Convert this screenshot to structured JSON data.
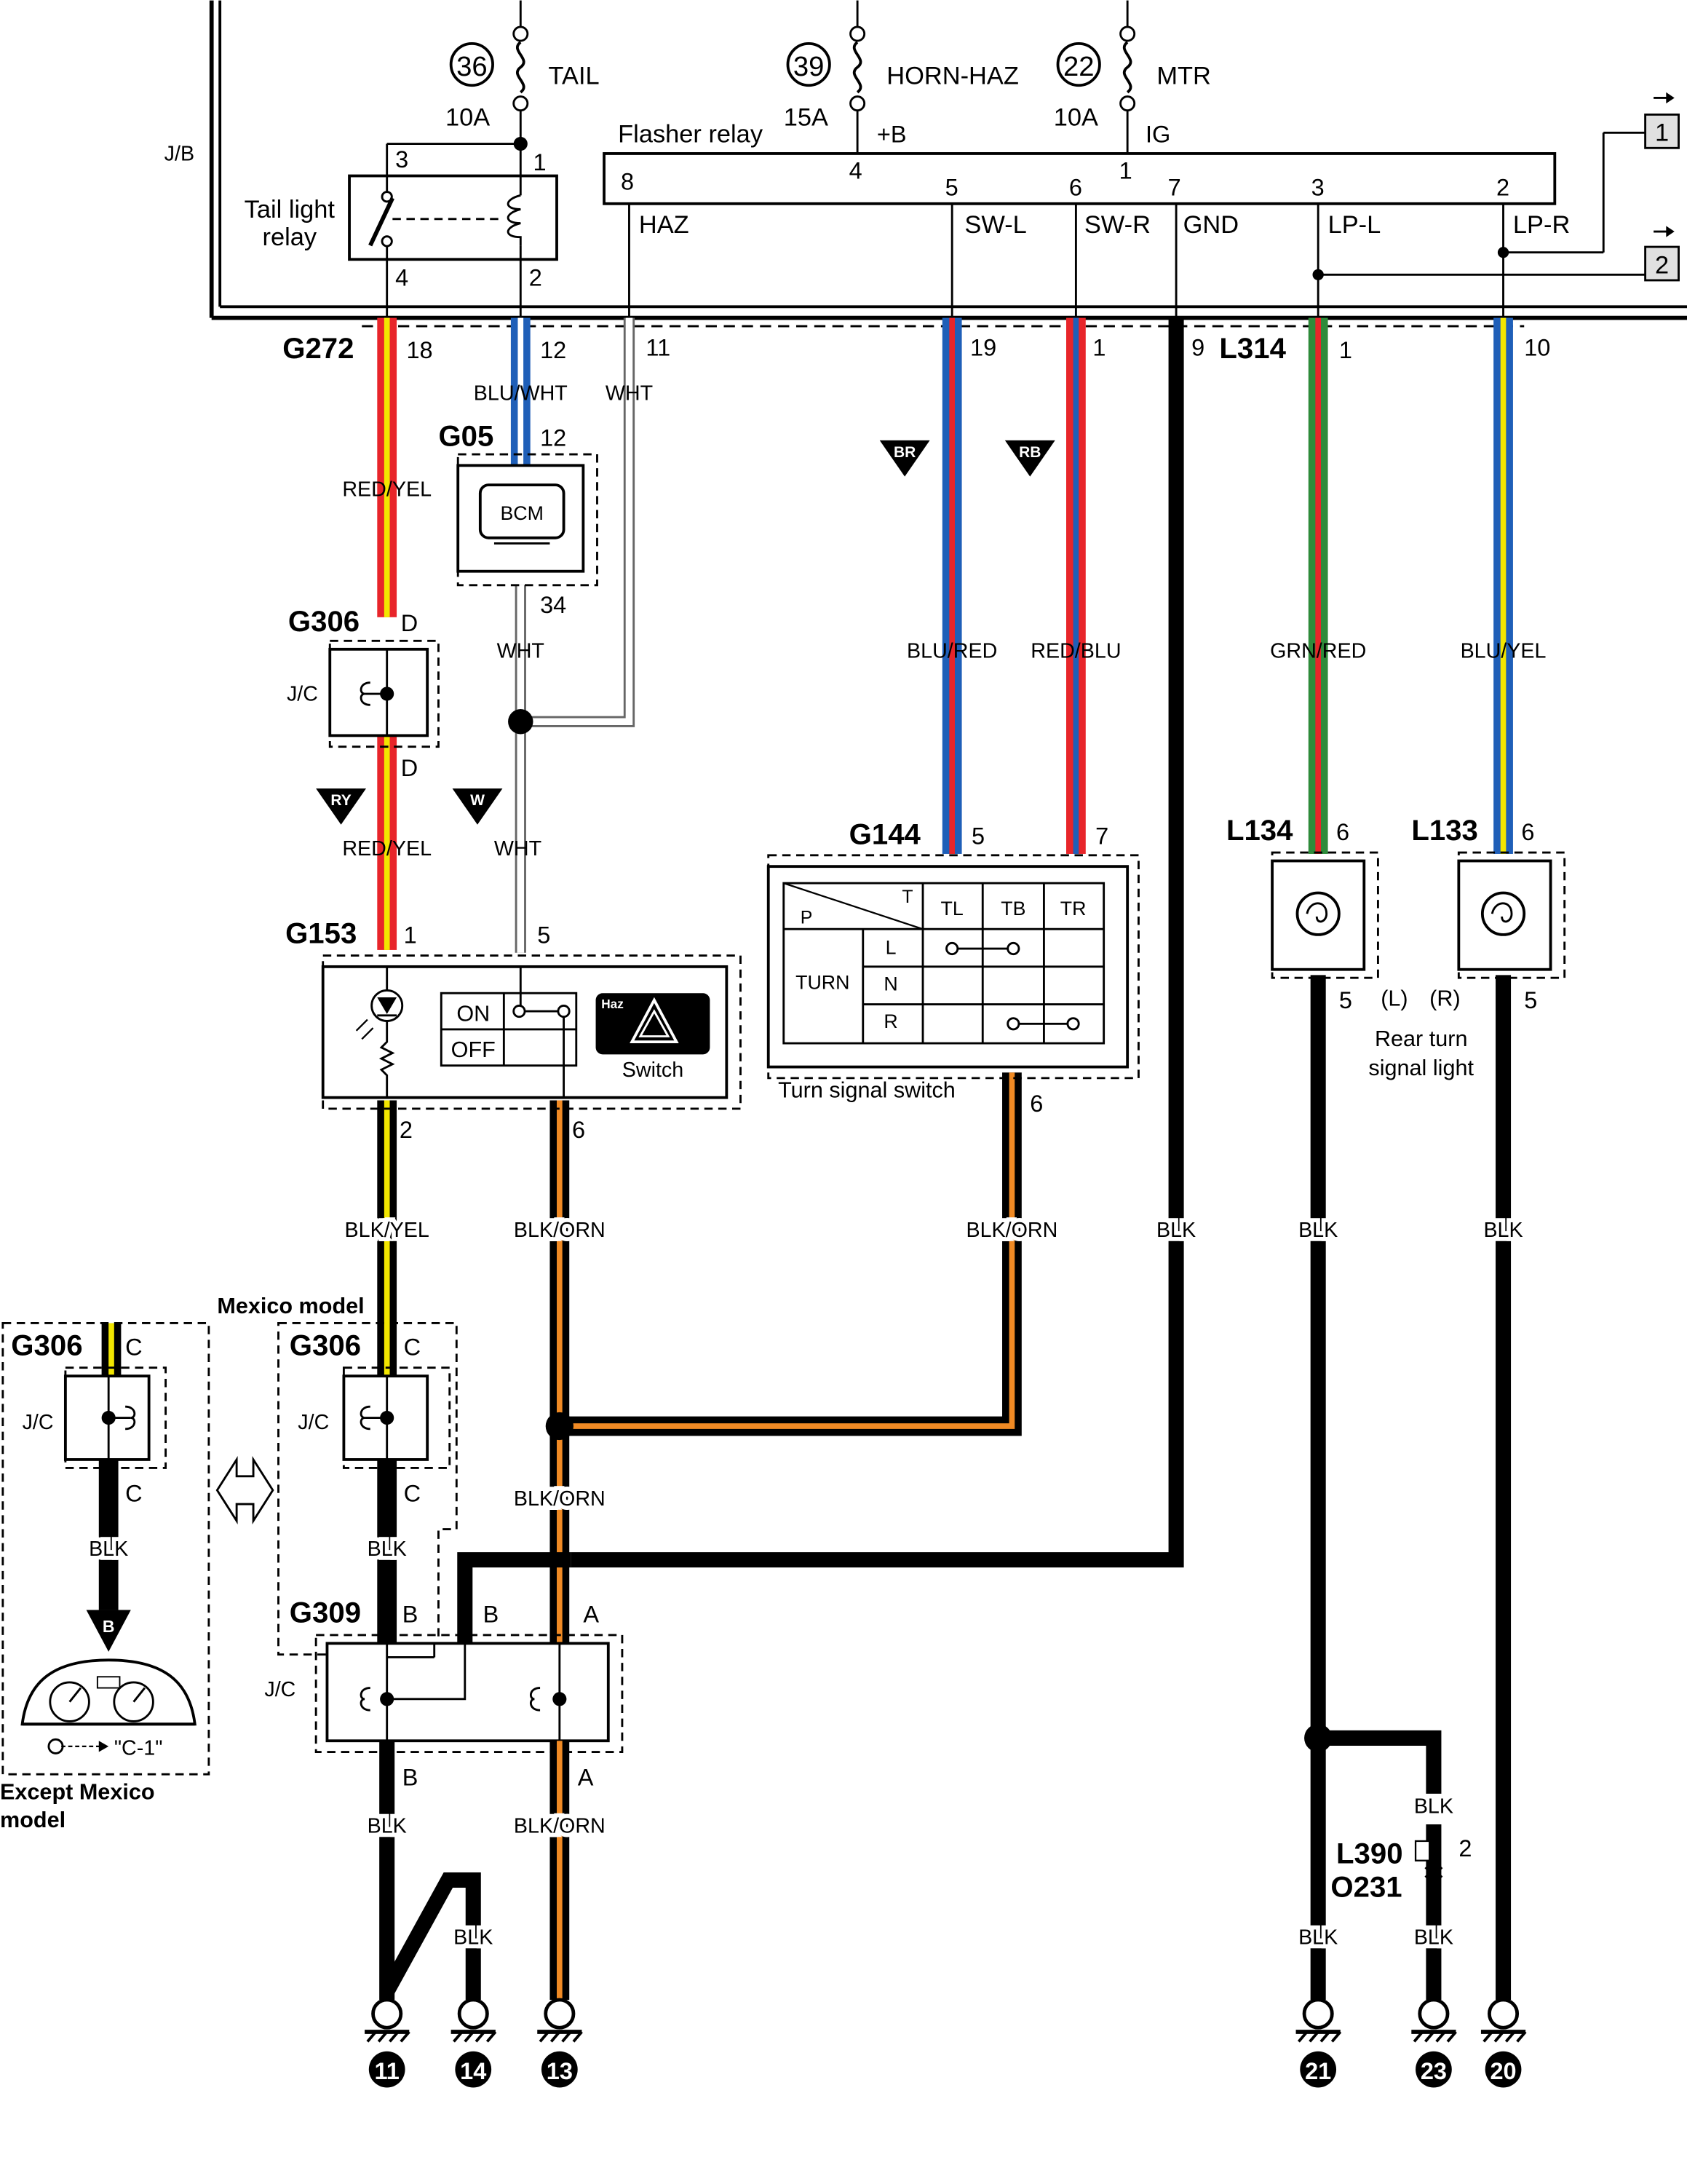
{
  "junction_box": {
    "label": "J/B"
  },
  "fuses": [
    {
      "num": "36",
      "name": "TAIL",
      "rating": "10A"
    },
    {
      "num": "39",
      "name": "HORN-HAZ",
      "rating": "15A"
    },
    {
      "num": "22",
      "name": "MTR",
      "rating": "10A"
    }
  ],
  "flasher_relay": {
    "label": "Flasher relay",
    "pin_b": "+B",
    "pin_ig": "IG",
    "terminals": [
      {
        "pin": "8",
        "name": "HAZ"
      },
      {
        "pin": "4",
        "name": ""
      },
      {
        "pin": "5",
        "name": "SW-L"
      },
      {
        "pin": "6",
        "name": "SW-R"
      },
      {
        "pin": "1",
        "name": ""
      },
      {
        "pin": "7",
        "name": "GND"
      },
      {
        "pin": "3",
        "name": "LP-L"
      },
      {
        "pin": "2",
        "name": "LP-R"
      }
    ]
  },
  "tail_relay": {
    "label_1": "Tail light",
    "label_2": "relay",
    "pins": [
      "3",
      "1",
      "4",
      "2"
    ]
  },
  "refs": [
    "1",
    "2"
  ],
  "connectors": {
    "G272": {
      "id": "G272",
      "pins": [
        "18",
        "12",
        "11",
        "19",
        "1",
        "9"
      ]
    },
    "L314": {
      "id": "L314",
      "pins": [
        "1",
        "10"
      ]
    },
    "G05": {
      "id": "G05",
      "pin_top": "12",
      "pin_bottom": "34",
      "device": "BCM"
    },
    "G306": {
      "id": "G306",
      "pin": "D",
      "jc": "J/C"
    },
    "G153": {
      "id": "G153",
      "pins": [
        "1",
        "5",
        "2",
        "6"
      ]
    },
    "G144": {
      "id": "G144",
      "pins": [
        "5",
        "7",
        "6"
      ]
    },
    "L134": {
      "id": "L134",
      "pins": [
        "6",
        "5"
      ]
    },
    "L133": {
      "id": "L133",
      "pins": [
        "6",
        "5"
      ]
    },
    "G309": {
      "id": "G309",
      "pins": [
        "B",
        "B",
        "A",
        "B",
        "A"
      ],
      "jc": "J/C"
    },
    "G306_mex": {
      "id": "G306",
      "pin": "C",
      "jc": "J/C"
    },
    "G306_exc": {
      "id": "G306",
      "pin": "C",
      "jc": "J/C"
    },
    "L390": {
      "id": "L390",
      "pin": "2"
    },
    "O231": {
      "id": "O231"
    }
  },
  "wires": {
    "red_yel": "RED/YEL",
    "blu_wht": "BLU/WHT",
    "wht": "WHT",
    "blu_red": "BLU/RED",
    "red_blu": "RED/BLU",
    "grn_red": "GRN/RED",
    "blu_yel": "BLU/YEL",
    "blk_yel": "BLK/YEL",
    "blk_orn": "BLK/ORN",
    "blk": "BLK"
  },
  "flags": {
    "br": "BR",
    "rb": "RB",
    "ry": "RY",
    "w": "W",
    "b": "B"
  },
  "hazard_switch": {
    "on": "ON",
    "off": "OFF",
    "haz": "Haz",
    "switch": "Switch"
  },
  "turn_switch": {
    "caption": "Turn signal switch",
    "header_t": "T",
    "header_p": "P",
    "cols": [
      "TL",
      "TB",
      "TR"
    ],
    "row_label": "TURN",
    "rows": [
      "L",
      "N",
      "R"
    ]
  },
  "rear_light": {
    "left": "(L)",
    "right": "(R)",
    "caption_1": "Rear turn",
    "caption_2": "signal light"
  },
  "regions": {
    "mexico": "Mexico model",
    "except_1": "Except Mexico",
    "except_2": "model",
    "meter_ref": "\"C-1\""
  },
  "grounds": [
    "11",
    "14",
    "13",
    "21",
    "23",
    "20"
  ],
  "colors": {
    "red": "#e8252a",
    "yellow": "#f2e600",
    "blue": "#1f5fb8",
    "white": "#ffffff",
    "green": "#2e8b3a",
    "orange": "#f08a24",
    "black": "#000000",
    "gray": "#777777"
  }
}
